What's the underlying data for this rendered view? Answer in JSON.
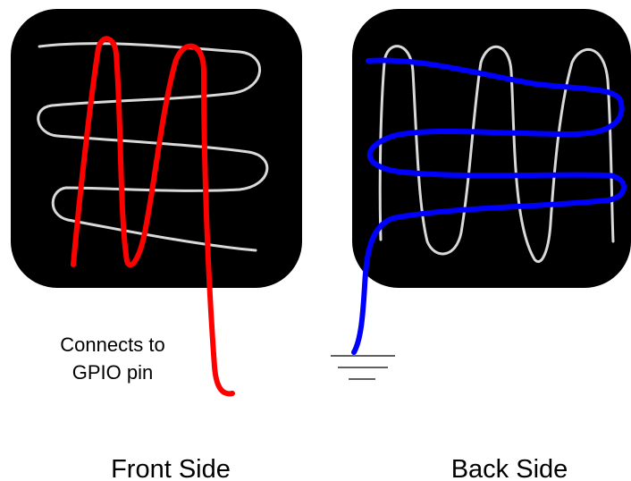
{
  "front": {
    "title": "Front Side",
    "annotation_lines": [
      "Connects to",
      "GPIO pin"
    ]
  },
  "back": {
    "title": "Back Side"
  },
  "colors": {
    "panel": "#000000",
    "trace": "#d9d9d9",
    "front_wire": "#ff0000",
    "back_wire": "#0000ff",
    "text": "#000000",
    "background": "#ffffff"
  },
  "icons": {
    "ground": "ground-symbol-icon"
  }
}
